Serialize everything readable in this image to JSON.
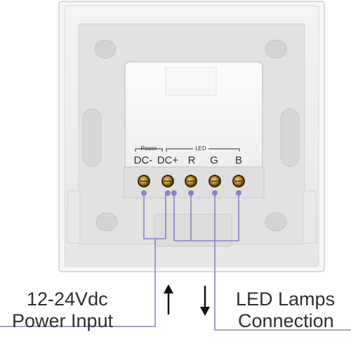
{
  "group_labels": {
    "power": "Power",
    "led": "LED"
  },
  "terminals": [
    "DC-",
    "DC+",
    "R",
    "G",
    "B"
  ],
  "captions": {
    "left_line1": "12-24Vdc",
    "left_line2": "Power Input",
    "right_line1": "LED Lamps",
    "right_line2": "Connection"
  },
  "arrows": {
    "left": "up-arrow",
    "right": "down-arrow"
  },
  "colors": {
    "wire": "#8a83c8",
    "terminal": "#c9a14a",
    "panel": "#e9e9e9"
  }
}
